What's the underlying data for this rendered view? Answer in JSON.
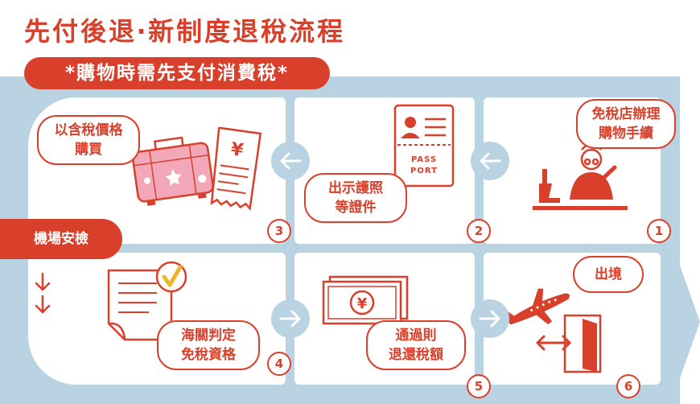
{
  "header": {
    "title": "先付後退‧新制度退稅流程",
    "subtitle": "*購物時需先支付消費稅*"
  },
  "side": {
    "label": "機場安檢"
  },
  "steps": [
    {
      "number": "1",
      "label": "免稅店辦理\n購物手續"
    },
    {
      "number": "2",
      "label": "出示護照\n等證件"
    },
    {
      "number": "3",
      "label": "以含稅價格\n購買"
    },
    {
      "number": "4",
      "label": "海關判定\n免稅資格"
    },
    {
      "number": "5",
      "label": "通過則\n退還稅額"
    },
    {
      "number": "6",
      "label": "出境"
    }
  ],
  "icons": {
    "passport_text": "PASS\nPORT",
    "yen_symbol": "¥"
  },
  "colors": {
    "accent": "#d9402c",
    "panel_bg": "#b9d3e2",
    "luggage": "#f2a8b8"
  }
}
